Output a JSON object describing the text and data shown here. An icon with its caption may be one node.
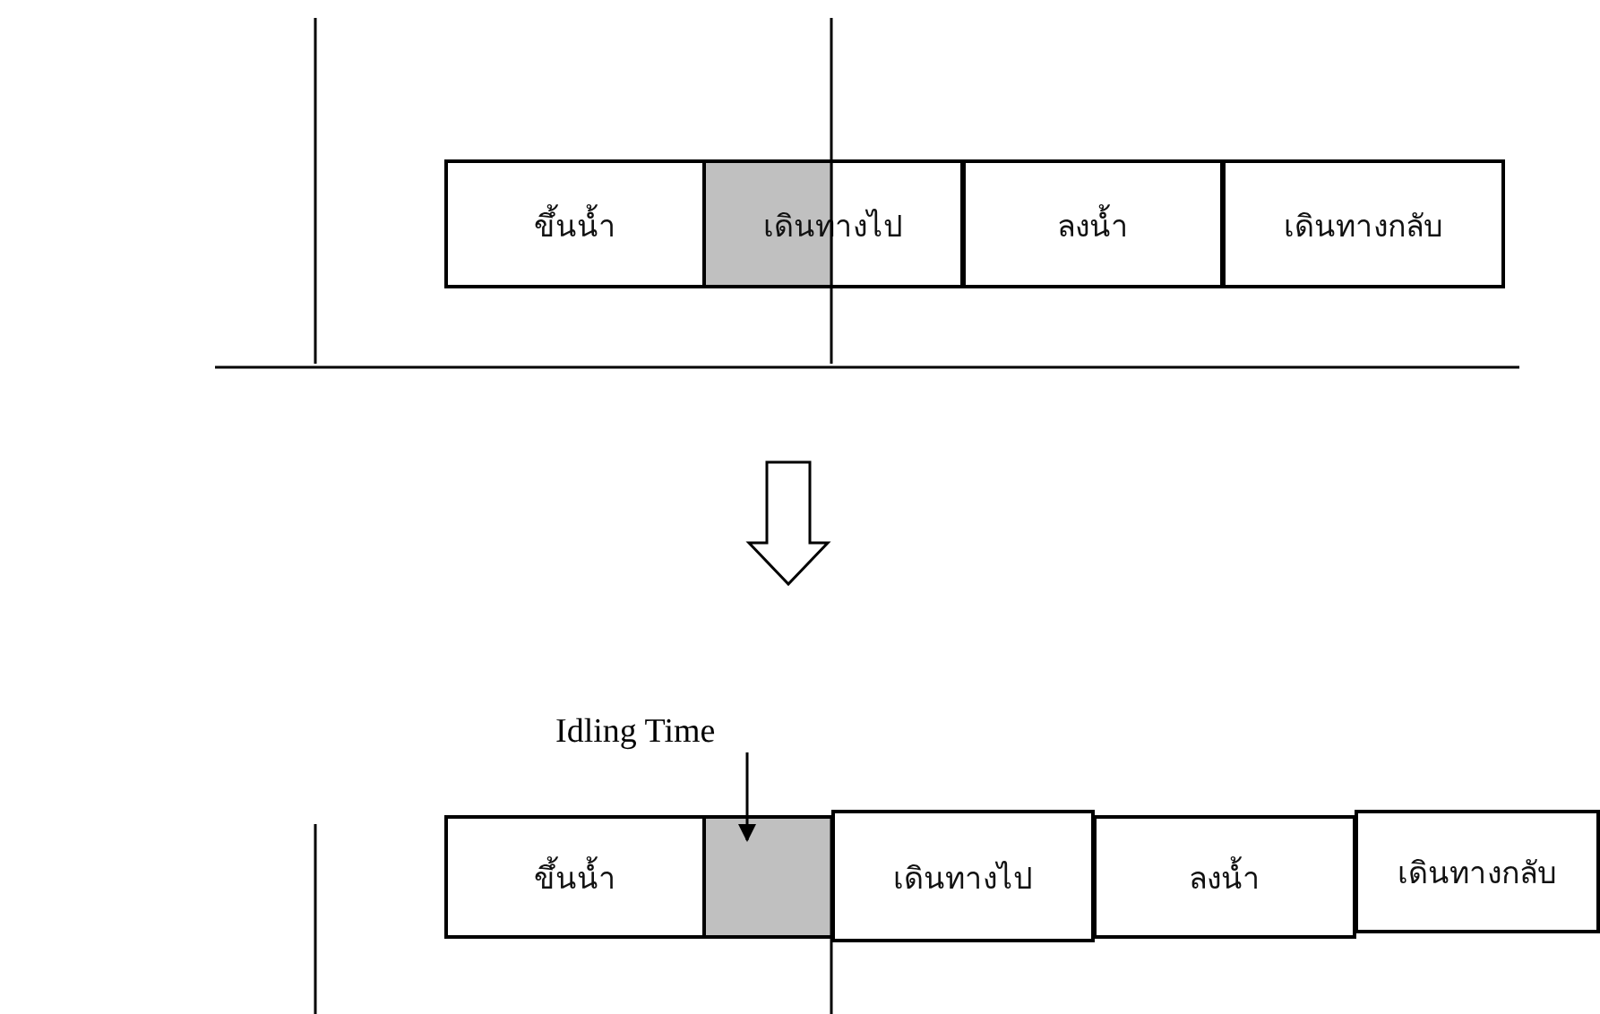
{
  "diagram": {
    "nodes": [
      {
        "text": [
          "ขึ้นน้ำ"
        ]
      },
      {
        "text": [
          "เดินทางไป"
        ]
      },
      {
        "text": [
          "ลงน้ำ"
        ]
      },
      {
        "text": [
          "เดินทางกลับ"
        ]
      },
      {
        "text": [
          "ขึ้นน้ำ"
        ]
      },
      {
        "text": [],
        "shape": "box"
      },
      {
        "text": [
          "เดินทางไป"
        ]
      },
      {
        "text": [
          "ลงน้ำ"
        ]
      },
      {
        "text": [
          "เดินทางกลับ"
        ]
      },
      {
        "text": [
          "Idling Time"
        ]
      }
    ],
    "edges": [
      {
        "from": 9,
        "to": 5,
        "arrow": "to"
      }
    ]
  }
}
